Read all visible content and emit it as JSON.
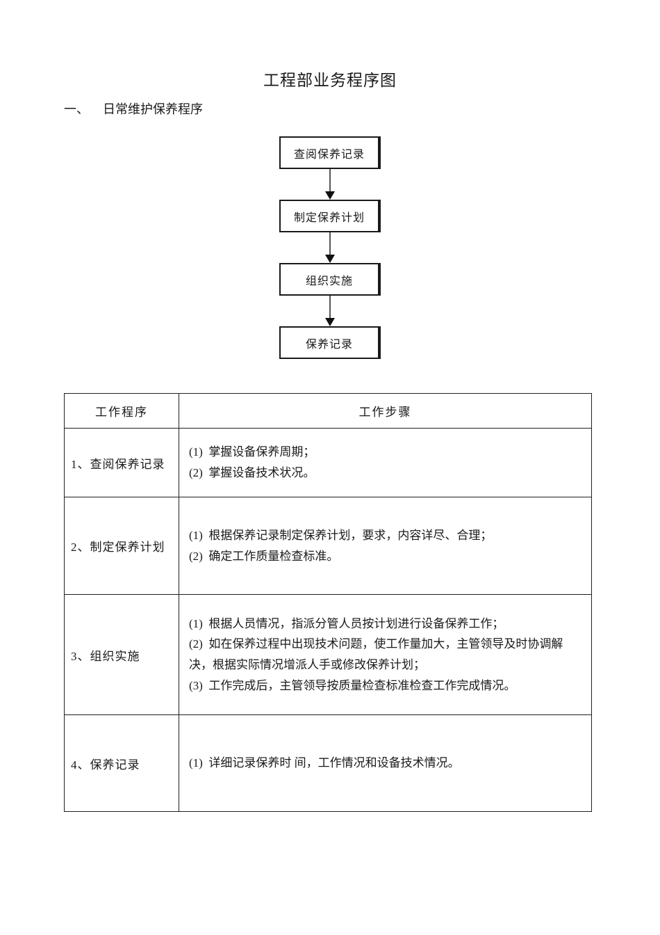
{
  "page": {
    "title": "工程部业务程序图",
    "section_label": "一、",
    "section_title": "日常维护保养程序"
  },
  "flowchart": {
    "boxes": [
      "查阅保养记录",
      "制定保养计划",
      "组织实施",
      "保养记录"
    ]
  },
  "table": {
    "headers": [
      "工作程序",
      "工作步骤"
    ],
    "rows": [
      {
        "procedure": "1、查阅保养记录",
        "steps": [
          "(1)  掌握设备保养周期；",
          "(2)  掌握设备技术状况。"
        ]
      },
      {
        "procedure": "2、制定保养计划",
        "steps": [
          "(1)  根据保养记录制定保养计划，要求，内容详尽、合理；",
          "(2)  确定工作质量检查标准。"
        ]
      },
      {
        "procedure": "3、组织实施",
        "steps": [
          "(1)  根据人员情况，指派分管人员按计划进行设备保养工作；",
          "(2)  如在保养过程中出现技术问题，使工作量加大，主管领导及时协调解决，根据实际情况增派人手或修改保养计划；",
          "(3)  工作完成后，主管领导按质量检查标准检查工作完成情况。"
        ]
      },
      {
        "procedure": "4、保养记录",
        "steps": [
          "(1)  详细记录保养时 间，工作情况和设备技术情况。"
        ]
      }
    ]
  }
}
